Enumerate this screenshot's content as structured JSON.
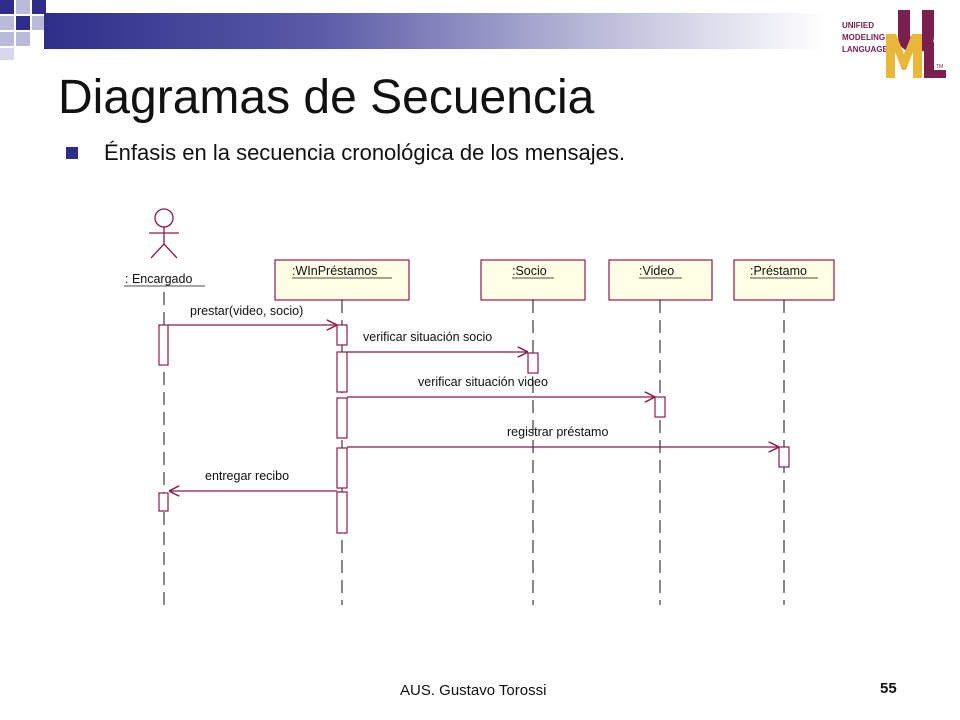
{
  "slide": {
    "title": "Diagramas de Secuencia",
    "bullet": "Énfasis en la secuencia cronológica de los mensajes.",
    "footer_author": "AUS. Gustavo Torossi",
    "page_number": "55"
  },
  "logo": {
    "line1": "UNIFIED",
    "line2": "MODELING",
    "line3": "LANGUAGE",
    "tm": "TM"
  },
  "diagram": {
    "actor": {
      "name": ": Encargado"
    },
    "objects": [
      {
        "name": ":WInPréstamos"
      },
      {
        "name": ":Socio"
      },
      {
        "name": ":Video"
      },
      {
        "name": ":Préstamo"
      }
    ],
    "messages": [
      {
        "label": "prestar(video, socio)",
        "from": ": Encargado",
        "to": ":WInPréstamos"
      },
      {
        "label": "verificar situación socio",
        "from": ":WInPréstamos",
        "to": ":Socio"
      },
      {
        "label": "verificar situación video",
        "from": ":WInPréstamos",
        "to": ":Video"
      },
      {
        "label": "registrar préstamo",
        "from": ":WInPréstamos",
        "to": ":Préstamo"
      },
      {
        "label": "entregar recibo",
        "from": ":WInPréstamos",
        "to": ": Encargado"
      }
    ]
  },
  "colors": {
    "lifeline_stroke": "#8b1a4a",
    "object_fill": "#ffffe6",
    "accent": "#2e2e8a",
    "logo_maroon": "#7a1f4e",
    "logo_gold": "#e8b83a"
  }
}
